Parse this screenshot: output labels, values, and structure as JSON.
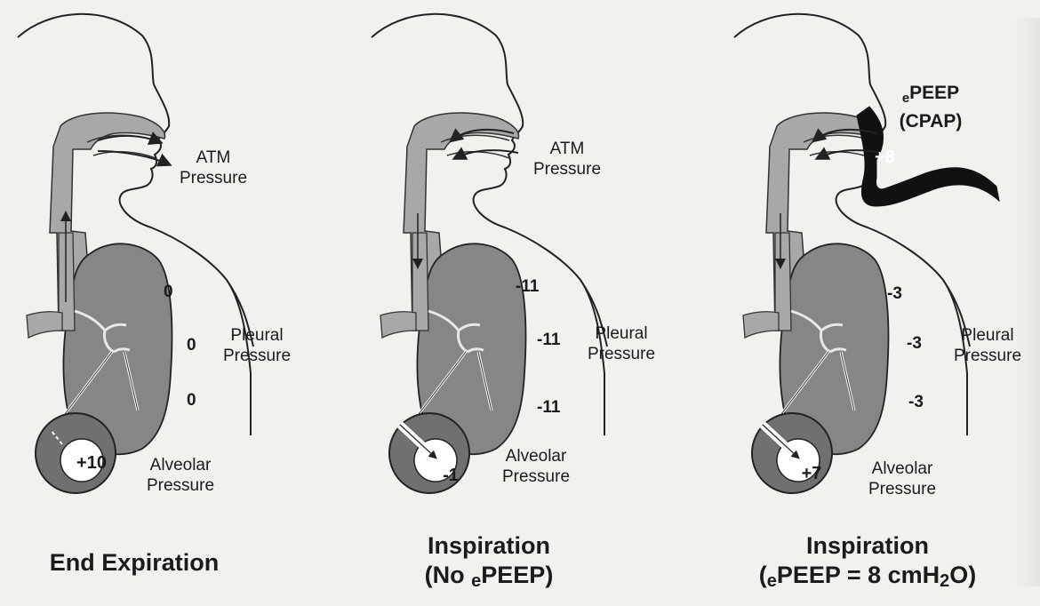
{
  "panels": [
    {
      "atm_label": [
        "ATM",
        "Pressure"
      ],
      "pleural_values": [
        "0",
        "0",
        "0"
      ],
      "pleural_label": [
        "Pleural",
        "Pressure"
      ],
      "alveolar_value": "+10",
      "alveolar_label": [
        "Alveolar",
        "Pressure"
      ],
      "title_line1": "End Expiration",
      "title_line2": ""
    },
    {
      "atm_label": [
        "ATM",
        "Pressure"
      ],
      "pleural_values": [
        "-11",
        "-11",
        "-11"
      ],
      "pleural_label": [
        "Pleural",
        "Pressure"
      ],
      "alveolar_value": "-1",
      "alveolar_label": [
        "Alveolar",
        "Pressure"
      ],
      "title_line1": "Inspiration",
      "title_line2_prefix": "(No ",
      "title_line2_sub": "e",
      "title_line2_main": "PEEP)"
    },
    {
      "device_label_sub": "e",
      "device_label_main": "PEEP",
      "device_label_line2": "(CPAP)",
      "device_value": "+8",
      "pleural_values": [
        "-3",
        "-3",
        "-3"
      ],
      "pleural_label": [
        "Pleural",
        "Pressure"
      ],
      "alveolar_value": "+7",
      "alveolar_label": [
        "Alveolar",
        "Pressure"
      ],
      "title_line1": "Inspiration",
      "title_line2_prefix": "(",
      "title_line2_sub": "e",
      "title_line2_main": "PEEP = 8 cmH",
      "title_line2_sub2": "2",
      "title_line2_suffix": "O)"
    }
  ]
}
